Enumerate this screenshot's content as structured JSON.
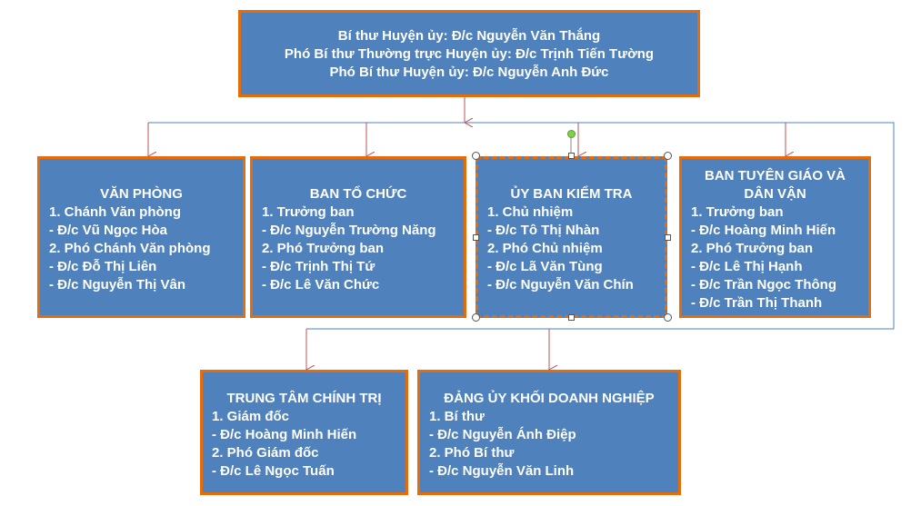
{
  "top": {
    "lines": [
      "Bí thư Huyện ủy: Đ/c Nguyễn Văn Thắng",
      "Phó Bí thư Thường trực Huyện ủy: Đ/c Trịnh Tiến Tường",
      "Phó Bí thư Huyện ủy: Đ/c Nguyễn Anh Đức"
    ]
  },
  "boxes": {
    "van_phong": {
      "title": "VĂN PHÒNG",
      "lines": [
        "1. Chánh Văn phòng",
        "- Đ/c Vũ Ngọc Hòa",
        "2. Phó Chánh Văn phòng",
        "- Đ/c Đỗ Thị Liên",
        "- Đ/c Nguyễn Thị Vân"
      ]
    },
    "ban_to_chuc": {
      "title": "BAN TỔ CHỨC",
      "lines": [
        "1. Trưởng ban",
        "- Đ/c Nguyễn Trường Năng",
        "2. Phó Trưởng ban",
        "- Đ/c Trịnh Thị Tứ",
        "- Đ/c Lê Văn Chức"
      ]
    },
    "ubkt": {
      "title": "ỦY BAN KIỂM TRA",
      "lines": [
        "1. Chủ nhiệm",
        "- Đ/c Tô Thị Nhàn",
        "2. Phó Chủ nhiệm",
        "- Đ/c Lã Văn Tùng",
        "- Đ/c Nguyễn Văn Chín"
      ]
    },
    "tuyen_giao": {
      "title_1": "BAN TUYÊN GIÁO VÀ",
      "title_2": "DÂN VẬN",
      "lines": [
        "1. Trưởng ban",
        "- Đ/c Hoàng Minh Hiến",
        "2. Phó Trưởng ban",
        "- Đ/c Lê Thị Hạnh",
        "- Đ/c Trần Ngọc Thông",
        "- Đ/c Trần Thị Thanh"
      ]
    },
    "chinh_tri": {
      "title": "TRUNG TÂM CHÍNH TRỊ",
      "lines": [
        "1. Giám đốc",
        "- Đ/c Hoàng Minh Hiến",
        "2. Phó Giám đốc",
        "- Đ/c Lê Ngọc Tuấn"
      ]
    },
    "dang_uy": {
      "title": "ĐẢNG ỦY KHỐI DOANH NGHIỆP",
      "lines": [
        "1. Bí thư",
        "- Đ/c Nguyễn Ánh Điệp",
        "2. Phó Bí thư",
        "- Đ/c Nguyễn Văn Linh"
      ]
    }
  },
  "colors": {
    "box_fill": "#4f81bd",
    "box_border": "#e46c0a",
    "connector": "#4f81bd",
    "arrow": "#c0504d"
  }
}
